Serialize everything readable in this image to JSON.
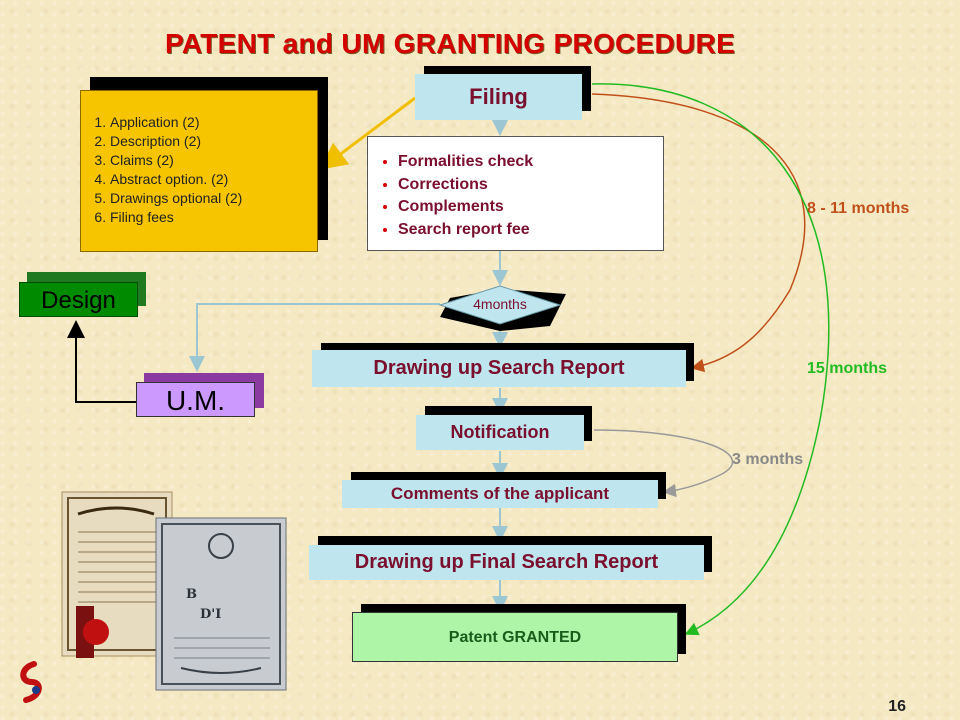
{
  "title": "PATENT and UM  GRANTING PROCEDURE",
  "filing": "Filing",
  "documents": [
    "Application (2)",
    "Description (2)",
    "Claims (2)",
    "Abstract option. (2)",
    "Drawings optional (2)",
    "Filing fees"
  ],
  "checks": [
    "Formalities check",
    "Corrections",
    "Complements",
    "Search report fee"
  ],
  "decision": "4months",
  "design": "Design",
  "um": "U.M.",
  "search_report": "Drawing up Search Report",
  "notification": "Notification",
  "comments": "Comments of the applicant",
  "final_report": "Drawing up Final Search Report",
  "granted": "Patent GRANTED",
  "durations": {
    "short": "8 - 11 months",
    "long": "15 months",
    "comments": "3 months"
  },
  "page_number": "16",
  "colors": {
    "title": "#d40000",
    "label_text": "#7a0f2e",
    "docs_box": "#f7c500",
    "teal_box": "#bfe6ee",
    "design_box": "#008a00",
    "um_box": "#cc99ff",
    "granted_box": "#aef5a8",
    "arrow_short": "#c0501a",
    "arrow_long": "#22bb22"
  },
  "icons": [
    "logo-icon",
    "patent-certificates-image"
  ]
}
